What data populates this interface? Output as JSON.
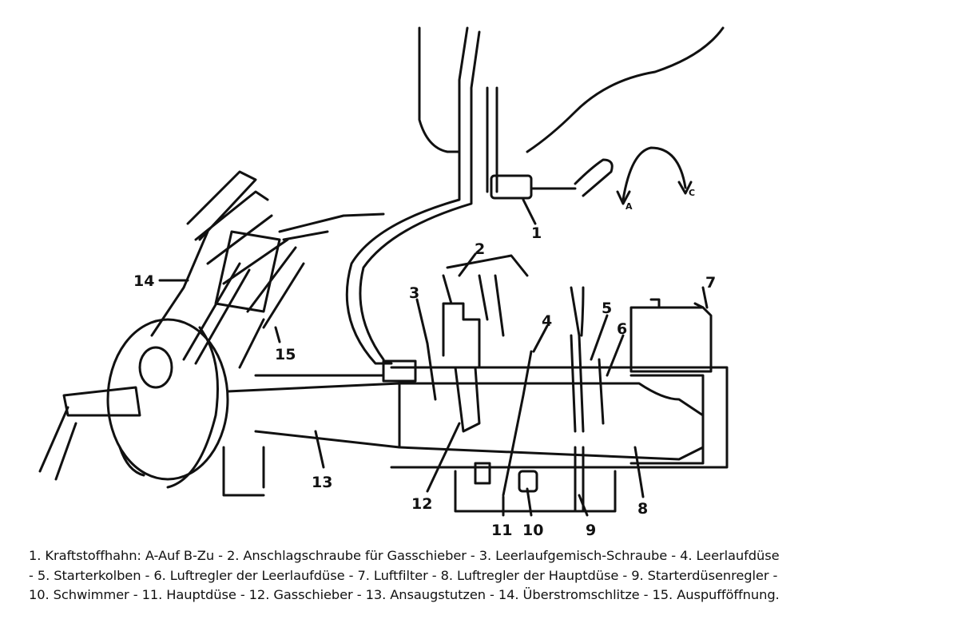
{
  "diagram": {
    "labels": [
      "1",
      "2",
      "3",
      "4",
      "5",
      "6",
      "7",
      "8",
      "9",
      "10",
      "11",
      "12",
      "13",
      "14",
      "15"
    ],
    "arrow_labels": {
      "a": "A",
      "c": "C"
    }
  },
  "caption": {
    "lines": [
      "1. Kraftstoffhahn: A-Auf B-Zu - 2. Anschlagschraube für Gasschieber - 3. Leerlaufgemisch-Schraube - 4. Leerlaufdüse",
      "- 5. Starterkolben - 6. Luftregler der Leerlaufdüse - 7. Luftfilter - 8. Luftregler der Hauptdüse - 9. Starterdüsenregler -",
      "10. Schwimmer - 11. Hauptdüse - 12. Gasschieber - 13. Ansaugstutzen - 14. Überstromschlitze - 15. Auspufföffnung."
    ]
  }
}
